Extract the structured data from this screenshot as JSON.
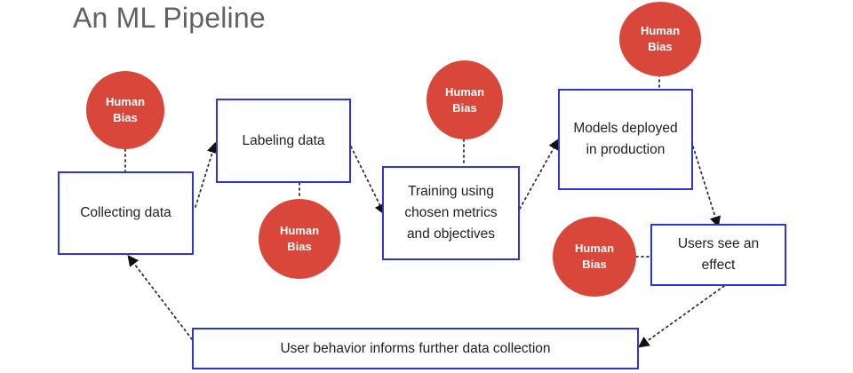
{
  "title": "An ML Pipeline",
  "steps": {
    "collecting": "Collecting data",
    "labeling": "Labeling data",
    "training": "Training using\nchosen metrics\nand objectives",
    "deployed": "Models deployed\nin production",
    "users": "Users see an\neffect",
    "feedback": "User behavior informs further data collection"
  },
  "bias_label": "Human\nBias",
  "colors": {
    "box_border": "#2f36d6",
    "bias_fill": "#d9473a",
    "title": "#5f6368"
  }
}
